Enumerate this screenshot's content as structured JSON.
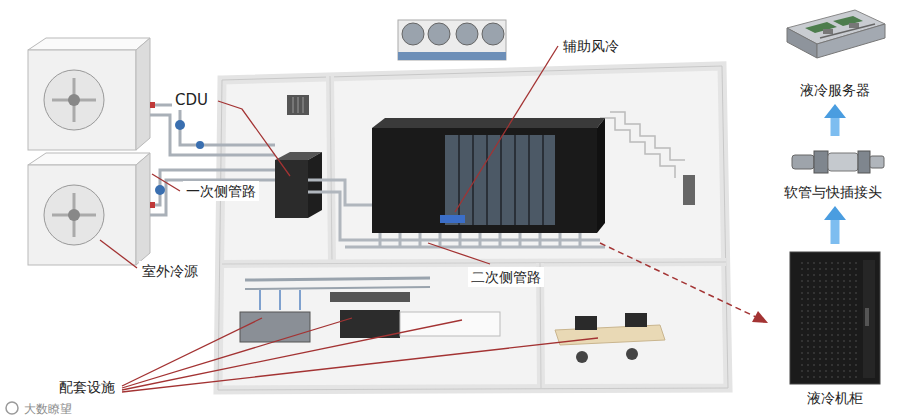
{
  "diagram": {
    "nodes": [
      {
        "text": [
          "液冷服务器"
        ]
      },
      {
        "text": [
          "软管与快插接头"
        ]
      },
      {
        "text": [
          "液冷机柜"
        ]
      }
    ],
    "edges": [
      {
        "from": 2,
        "to": 1,
        "arrow": "to"
      },
      {
        "from": 1,
        "to": 0,
        "arrow": "to"
      }
    ],
    "labels": [
      "辅助风冷",
      "CDU",
      "一次侧管路",
      "室外冷源",
      "二次侧管路",
      "配套设施",
      "大数瞭望"
    ]
  }
}
